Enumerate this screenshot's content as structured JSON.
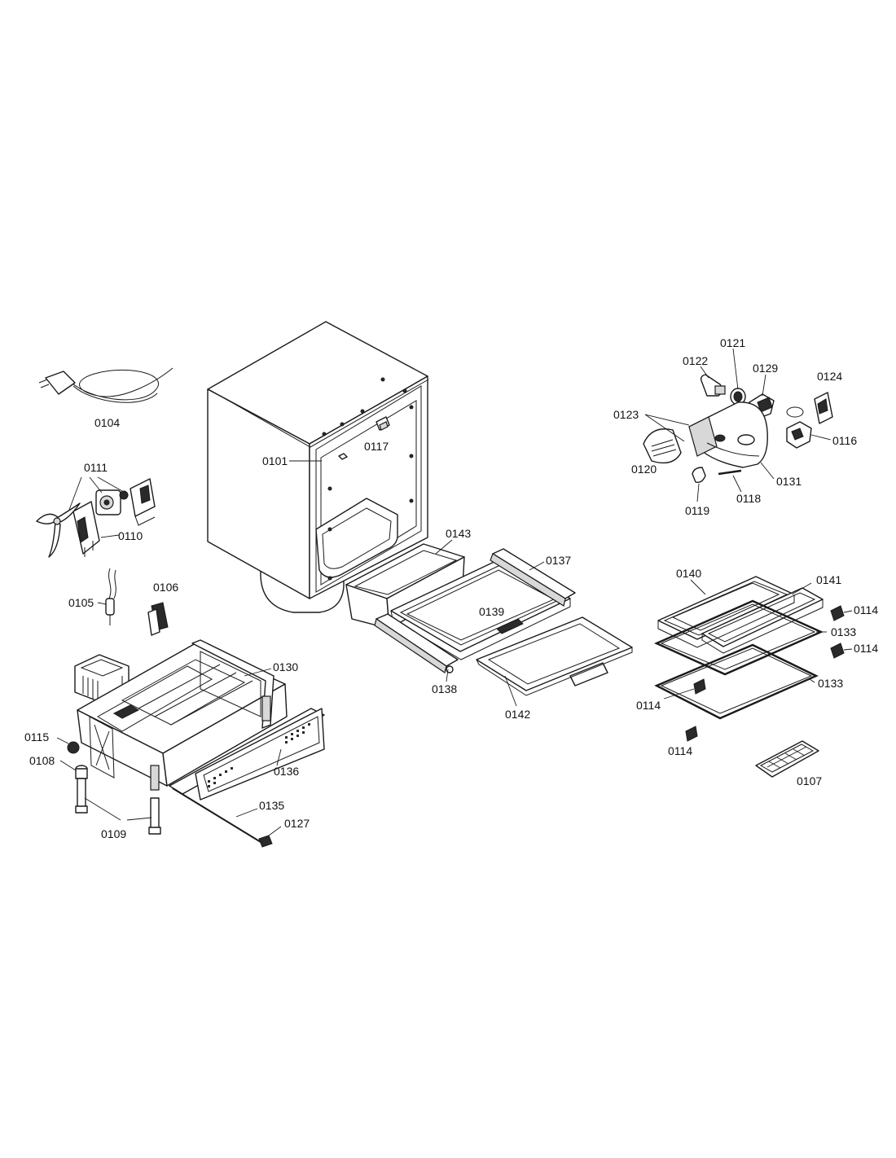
{
  "callouts": {
    "p0101": "0101",
    "p0104": "0104",
    "p0105": "0105",
    "p0106": "0106",
    "p0107": "0107",
    "p0108": "0108",
    "p0109": "0109",
    "p0110": "0110",
    "p0111": "0111",
    "p0114a": "0114",
    "p0114b": "0114",
    "p0114c": "0114",
    "p0114d": "0114",
    "p0115": "0115",
    "p0116": "0116",
    "p0117": "0117",
    "p0118": "0118",
    "p0119": "0119",
    "p0120": "0120",
    "p0121": "0121",
    "p0122": "0122",
    "p0123": "0123",
    "p0124": "0124",
    "p0127": "0127",
    "p0129": "0129",
    "p0130": "0130",
    "p0131": "0131",
    "p0133a": "0133",
    "p0133b": "0133",
    "p0135": "0135",
    "p0136": "0136",
    "p0137": "0137",
    "p0138": "0138",
    "p0139": "0139",
    "p0140": "0140",
    "p0141": "0141",
    "p0142": "0142",
    "p0143": "0143"
  }
}
